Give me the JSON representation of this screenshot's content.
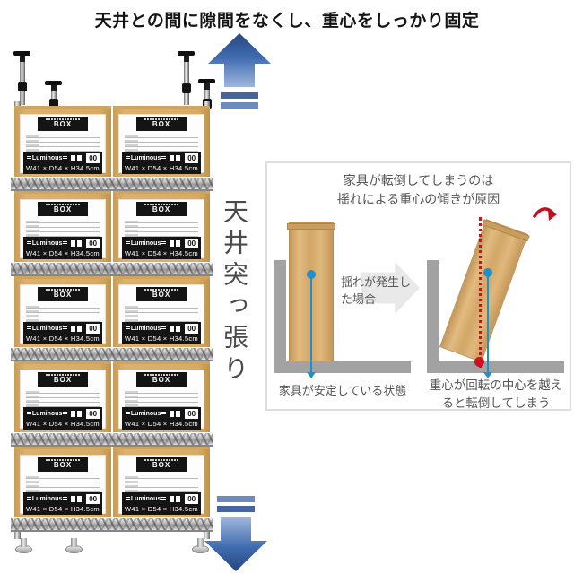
{
  "page": {
    "title": "天井との間に隙間をなくし、重心をしっかり固定",
    "vertical_label": "天井突っ張り"
  },
  "colors": {
    "arrow_blue_dark": "#27477e",
    "arrow_blue_light": "#9fb6dc",
    "box_kraft": "#d7ab66",
    "wood": "#d2a767",
    "structure_gray": "#a2a2a2",
    "gravity_blue": "#2090cc",
    "alert_red": "#cc1122"
  },
  "shelf": {
    "rows": 5,
    "boxes_per_row": 2,
    "box_label": {
      "badge": "BOX",
      "brand": "Luminous",
      "number": "00",
      "dimensions": "W41 × D54 × H34.5cm"
    }
  },
  "inset": {
    "title_line1": "家具が転倒してしまうのは",
    "title_line2": "揺れによる重心の傾きが原因",
    "shake_label": "揺れが発生した場合",
    "caption_stable": "家具が安定している状態",
    "caption_tipover": "重心が回転の中心を越えると転倒してしまう"
  }
}
